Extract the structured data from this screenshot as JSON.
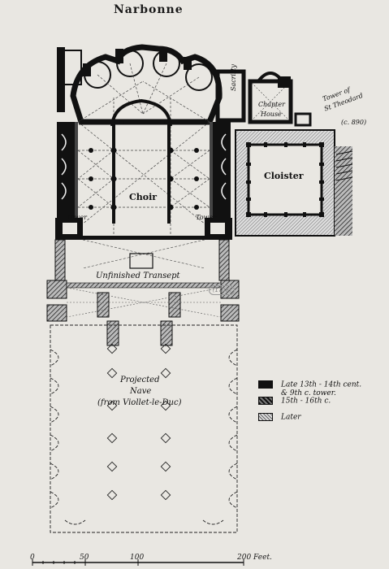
{
  "title": "Narbonne",
  "labels": {
    "sacristy": "Sacristy",
    "chapter": "Chapter",
    "house": "House",
    "tower_st_line1": "Tower of",
    "tower_st_line2": "St Theodard",
    "tower_st_line3": "(c. 890)",
    "cloister": "Cloister",
    "choir": "Choir",
    "tower_left": "Tower",
    "tower_right": "Tower",
    "transept": "Unfinished Transept",
    "nave_line1": "Projected",
    "nave_line2": "Nave",
    "nave_line3": "(from Viollet-le-Duc)"
  },
  "stamp_text": "(1708)",
  "legend": [
    {
      "key": "late",
      "line1": "Late 13th - 14th cent.",
      "line2": "& 9th c. tower."
    },
    {
      "key": "15th",
      "line1": "15th - 16th c.",
      "line2": ""
    },
    {
      "key": "later",
      "line1": "Later",
      "line2": ""
    }
  ],
  "scale": {
    "ticks": [
      "0",
      "50",
      "100",
      "200 Feet."
    ],
    "unit": "Feet"
  },
  "colors": {
    "paper": "#e9e7e2",
    "ink": "#111111",
    "hatch": "#777777"
  }
}
